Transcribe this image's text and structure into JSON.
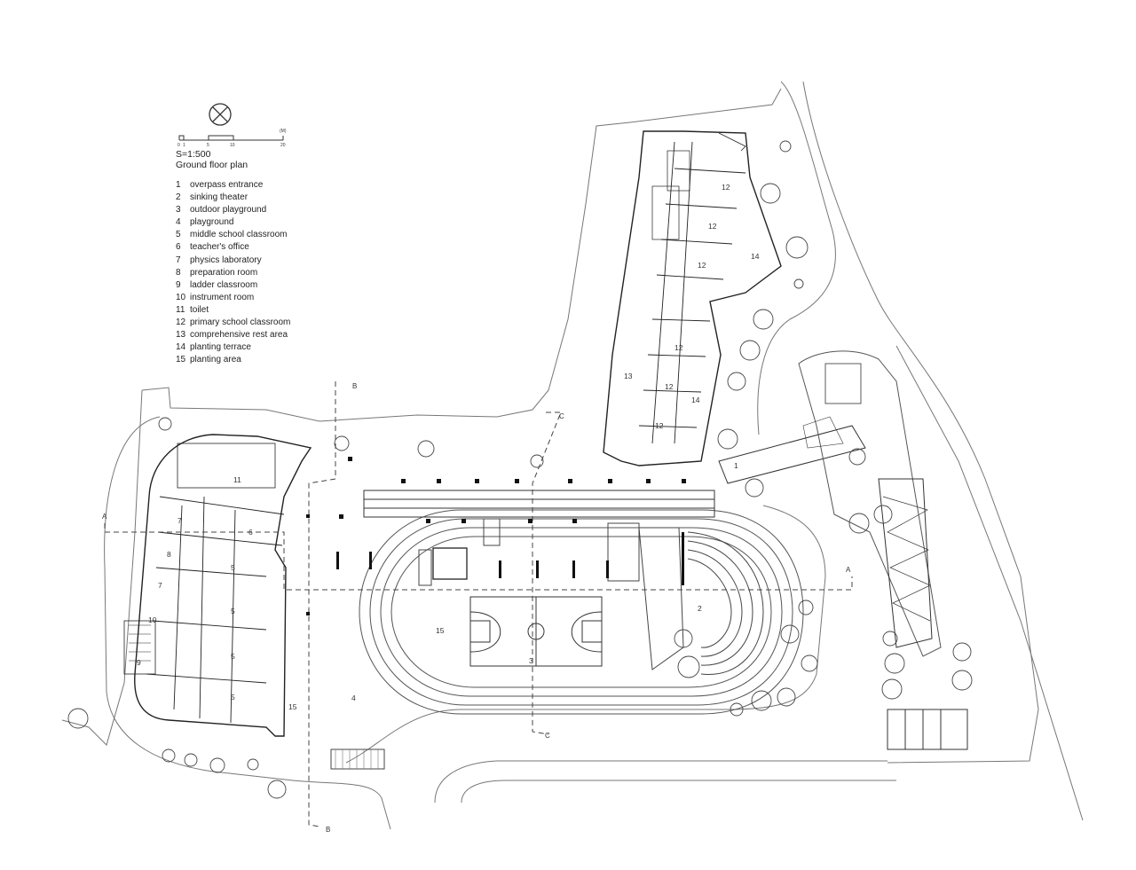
{
  "plan": {
    "scale_label": "S=1:500",
    "title": "Ground floor plan",
    "scale_bar": {
      "ticks": [
        "0",
        "1",
        "5",
        "10",
        "20"
      ],
      "unit": "(M)"
    },
    "legend": [
      {
        "num": "1",
        "label": "overpass entrance"
      },
      {
        "num": "2",
        "label": "sinking theater"
      },
      {
        "num": "3",
        "label": "outdoor playground"
      },
      {
        "num": "4",
        "label": "playground"
      },
      {
        "num": "5",
        "label": "middle school classroom"
      },
      {
        "num": "6",
        "label": "teacher's office"
      },
      {
        "num": "7",
        "label": "physics laboratory"
      },
      {
        "num": "8",
        "label": "preparation room"
      },
      {
        "num": "9",
        "label": "ladder classroom"
      },
      {
        "num": "10",
        "label": "instrument room"
      },
      {
        "num": "11",
        "label": "toilet"
      },
      {
        "num": "12",
        "label": "primary school classroom"
      },
      {
        "num": "13",
        "label": "comprehensive rest area"
      },
      {
        "num": "14",
        "label": "planting terrace"
      },
      {
        "num": "15",
        "label": "planting area"
      }
    ],
    "room_tags": [
      "1",
      "2",
      "3",
      "4",
      "5",
      "5",
      "5",
      "5",
      "6",
      "7",
      "7",
      "8",
      "9",
      "10",
      "11",
      "12",
      "12",
      "12",
      "12",
      "12",
      "12",
      "13",
      "14",
      "14",
      "15",
      "15"
    ],
    "section_marks": {
      "a": "A",
      "b": "B",
      "c": "C"
    }
  }
}
